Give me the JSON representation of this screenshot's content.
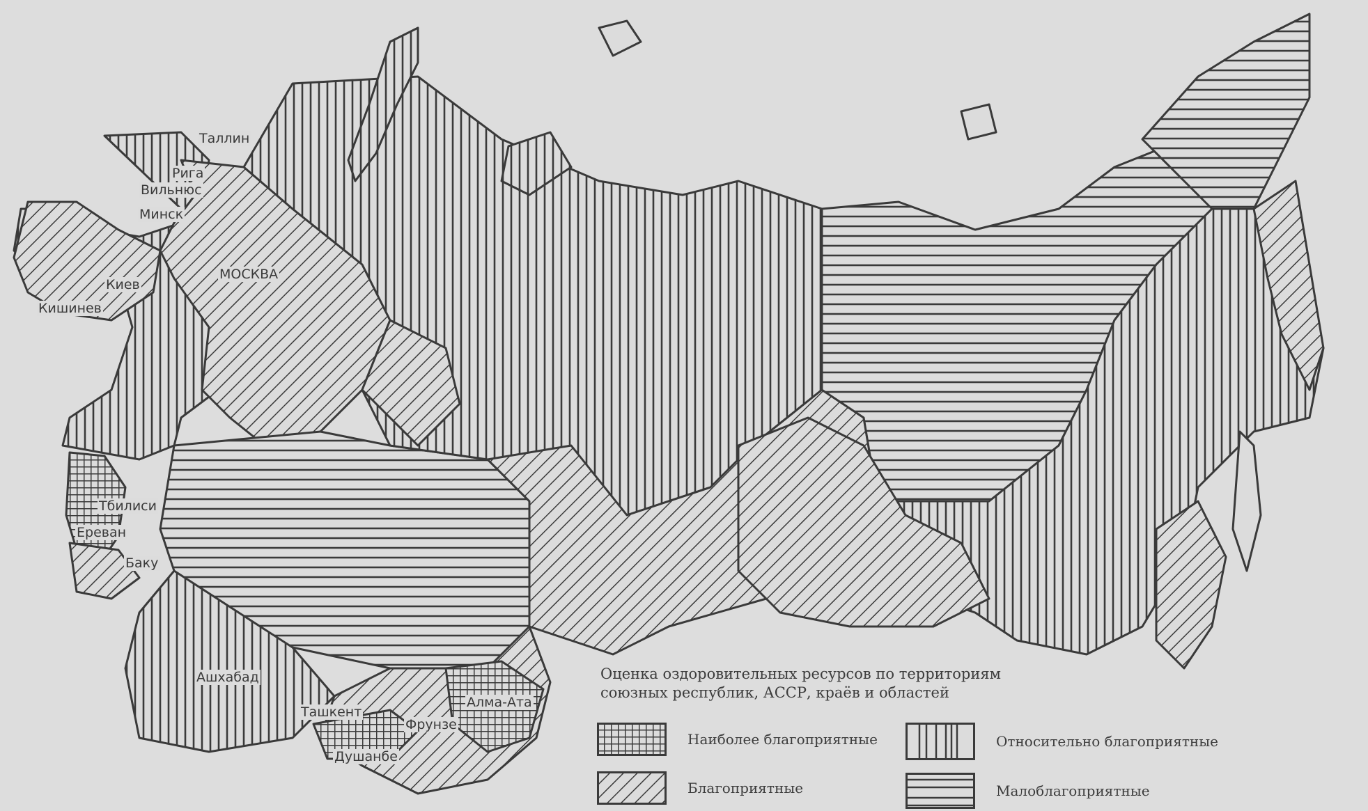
{
  "map": {
    "title_line1": "Оценка оздоровительных ресурсов по территориям",
    "title_line2": "союзных республик, АССР, краёв и областей",
    "colors": {
      "paper": "#dcdcdc",
      "ink": "#3a3a3a"
    },
    "cities": [
      {
        "name": "Таллин"
      },
      {
        "name": "Рига"
      },
      {
        "name": "Вильнюс"
      },
      {
        "name": "Минск"
      },
      {
        "name": "МОСКВА"
      },
      {
        "name": "Киев"
      },
      {
        "name": "Кишинев"
      },
      {
        "name": "Тбилиси"
      },
      {
        "name": "Ереван"
      },
      {
        "name": "Баку"
      },
      {
        "name": "Ашхабад"
      },
      {
        "name": "Ташкент"
      },
      {
        "name": "Душанбе"
      },
      {
        "name": "Фрунзе"
      },
      {
        "name": "Алма-Ата"
      }
    ],
    "legend": [
      {
        "pattern": "crosshatch-grid",
        "label": "Наиболее благоприятные"
      },
      {
        "pattern": "diagonal-hatch",
        "label": "Благоприятные"
      },
      {
        "pattern": "vertical-lines",
        "label": "Относительно благоприятные"
      },
      {
        "pattern": "horizontal-lines",
        "label": "Малоблагоприятные"
      }
    ]
  }
}
